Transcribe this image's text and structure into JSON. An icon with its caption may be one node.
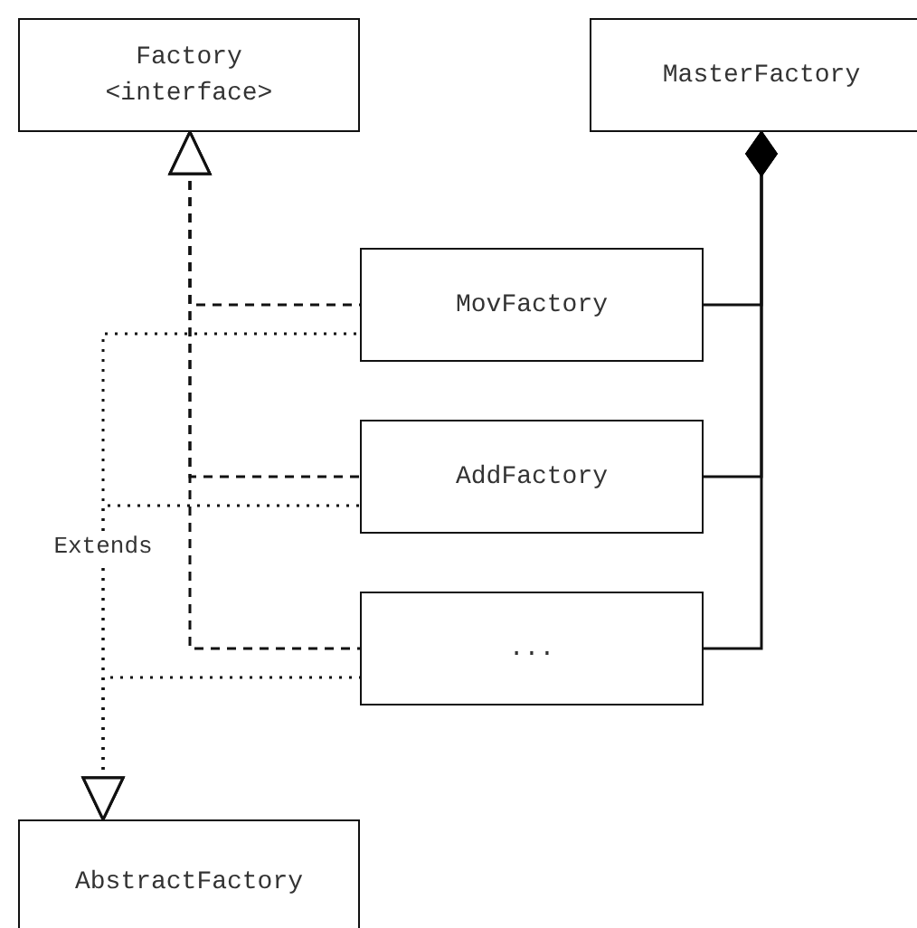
{
  "diagram": {
    "nodes": [
      {
        "text": [
          "Factory <interface>"
        ]
      },
      {
        "text": [
          "MasterFactory"
        ]
      },
      {
        "text": [
          "MovFactory"
        ]
      },
      {
        "text": [
          "AddFactory"
        ]
      },
      {
        "text": [
          "..."
        ]
      },
      {
        "text": [
          "AbstractFactory"
        ]
      }
    ],
    "edges": [
      {
        "from": 2,
        "to": 0,
        "arrow": "to",
        "style": "dashed"
      },
      {
        "from": 3,
        "to": 0,
        "arrow": "to",
        "style": "dashed"
      },
      {
        "from": 4,
        "to": 0,
        "arrow": "to",
        "style": "dashed"
      },
      {
        "from": 2,
        "to": 5,
        "arrow": "to",
        "style": "dashed",
        "label": "Extends"
      },
      {
        "from": 3,
        "to": 5,
        "arrow": "to",
        "style": "dashed"
      },
      {
        "from": 4,
        "to": 5,
        "arrow": "to",
        "style": "dashed"
      },
      {
        "from": 2,
        "to": 1,
        "arrow": "other"
      },
      {
        "from": 3,
        "to": 1,
        "arrow": "other"
      },
      {
        "from": 4,
        "to": 1,
        "arrow": "other"
      }
    ]
  }
}
